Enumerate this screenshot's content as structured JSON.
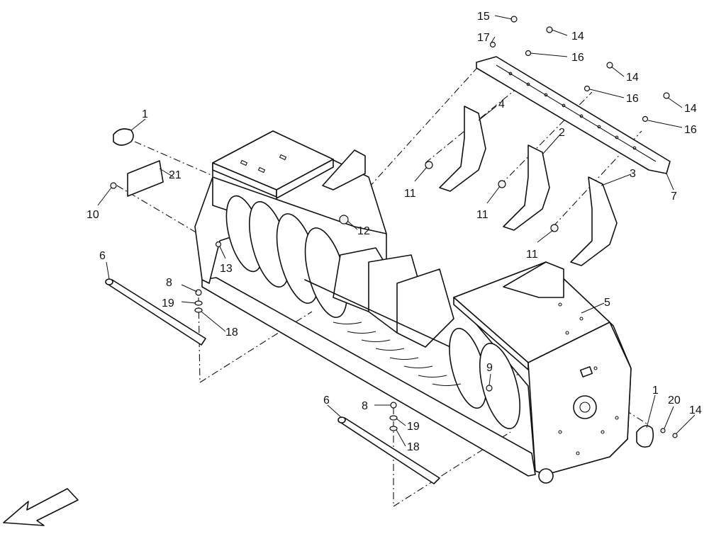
{
  "callouts": [
    {
      "id": "c15",
      "text": "15"
    },
    {
      "id": "c17",
      "text": "17"
    },
    {
      "id": "c14a",
      "text": "14"
    },
    {
      "id": "c16a",
      "text": "16"
    },
    {
      "id": "c14b",
      "text": "14"
    },
    {
      "id": "c16b",
      "text": "16"
    },
    {
      "id": "c14c",
      "text": "14"
    },
    {
      "id": "c16c",
      "text": "16"
    },
    {
      "id": "c4",
      "text": "4"
    },
    {
      "id": "c2",
      "text": "2"
    },
    {
      "id": "c3",
      "text": "3"
    },
    {
      "id": "c7",
      "text": "7"
    },
    {
      "id": "c11a",
      "text": "11"
    },
    {
      "id": "c11b",
      "text": "11"
    },
    {
      "id": "c11c",
      "text": "11"
    },
    {
      "id": "c1a",
      "text": "1"
    },
    {
      "id": "c21",
      "text": "21"
    },
    {
      "id": "c10",
      "text": "10"
    },
    {
      "id": "c12",
      "text": "12"
    },
    {
      "id": "c13",
      "text": "13"
    },
    {
      "id": "c6a",
      "text": "6"
    },
    {
      "id": "c8a",
      "text": "8"
    },
    {
      "id": "c19a",
      "text": "19"
    },
    {
      "id": "c18a",
      "text": "18"
    },
    {
      "id": "c5",
      "text": "5"
    },
    {
      "id": "c9",
      "text": "9"
    },
    {
      "id": "c1b",
      "text": "1"
    },
    {
      "id": "c20",
      "text": "20"
    },
    {
      "id": "c14d",
      "text": "14"
    },
    {
      "id": "c6b",
      "text": "6"
    },
    {
      "id": "c8b",
      "text": "8"
    },
    {
      "id": "c19b",
      "text": "19"
    },
    {
      "id": "c18b",
      "text": "18"
    }
  ]
}
